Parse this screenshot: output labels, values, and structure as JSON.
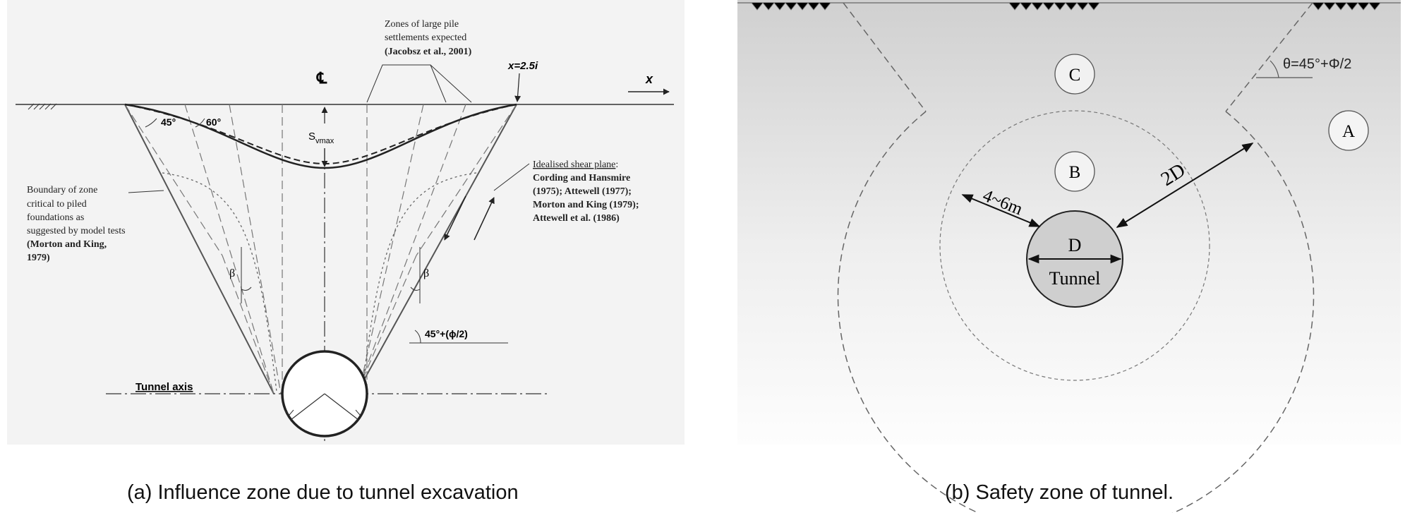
{
  "panel_a": {
    "top_note": [
      "Zones of large pile",
      "settlements expected",
      "(Jacobsz et al., 2001)"
    ],
    "centerline_symbol": "℄",
    "x_label": "x",
    "x_limit_label": "x=2.5i",
    "s_main": "S",
    "s_sub": "vmax",
    "angle_45": "45°",
    "angle_60": "60°",
    "left_note": [
      "Boundary of zone",
      "critical to piled",
      "foundations as",
      "suggested by model tests",
      "(Morton and King,",
      "1979)"
    ],
    "right_note_title": "Idealised shear plane",
    "right_note": [
      "Cording and Hansmire",
      "(1975); Attewell (1977);",
      "Morton and King (1979);",
      "Attewell et al. (1986)"
    ],
    "beta": "β",
    "shear_angle": "45°+(ϕ/2)",
    "tunnel_axis": "Tunnel axis",
    "caption": "(a) Influence zone due to tunnel excavation"
  },
  "panel_b": {
    "theta_label": "θ=45°+Φ/2",
    "zone_a": "A",
    "zone_b": "B",
    "zone_c": "C",
    "zone_d": "D",
    "dist_inner": "4~6m",
    "dist_outer": "2D",
    "tunnel_label": "Tunnel",
    "caption": "(b) Safety zone of tunnel."
  }
}
